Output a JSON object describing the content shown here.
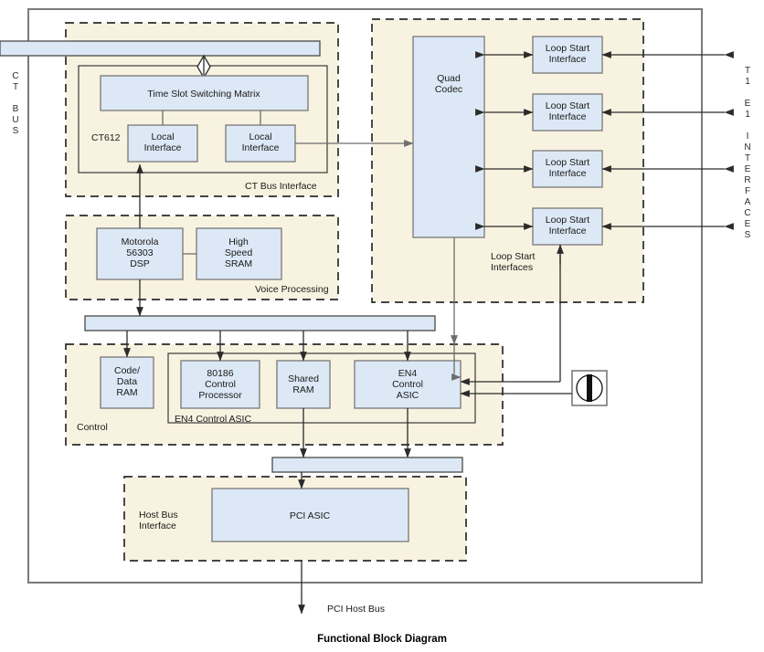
{
  "caption": "Functional Block Diagram",
  "side_labels": {
    "left": [
      "C",
      "T",
      "",
      "B",
      "U",
      "S"
    ],
    "right": [
      "T",
      "1",
      "",
      "E",
      "1",
      "",
      "I",
      "N",
      "T",
      "E",
      "R",
      "F",
      "A",
      "C",
      "E",
      "S"
    ]
  },
  "groups": [
    {
      "id": "ct-bus-interface",
      "label": "CT Bus Interface"
    },
    {
      "id": "voice-processing",
      "label": "Voice Processing"
    },
    {
      "id": "control",
      "label": "Control"
    },
    {
      "id": "loop-start-interfaces",
      "label": "Loop Start\nInterfaces"
    },
    {
      "id": "host-bus-interface",
      "label": "Host Bus\nInterface"
    }
  ],
  "inner_groups": [
    {
      "id": "ct612",
      "label": "CT612"
    },
    {
      "id": "en4-control-asic-group",
      "label": "EN4 Control ASIC"
    }
  ],
  "blocks": {
    "time_slot_switching_matrix": "Time Slot Switching Matrix",
    "local_interface_1": "Local\nInterface",
    "local_interface_2": "Local\nInterface",
    "motorola_dsp": "Motorola\n56303\nDSP",
    "high_speed_sram": "High\nSpeed\nSRAM",
    "code_data_ram": "Code/\nData\nRAM",
    "control_processor": "80186\nControl\nProcessor",
    "shared_ram": "Shared\nRAM",
    "en4_control_asic": "EN4\nControl\nASIC",
    "quad_codec": "Quad\nCodec",
    "loop_start_1": "Loop Start\nInterface",
    "loop_start_2": "Loop Start\nInterface",
    "loop_start_3": "Loop Start\nInterface",
    "loop_start_4": "Loop Start\nInterface",
    "pci_asic": "PCI ASIC"
  },
  "wire_labels": {
    "pci_host_bus": "PCI Host Bus"
  },
  "icons": {
    "connector": "phone-jack-icon"
  },
  "colors": {
    "block_fill": "#dce8f5",
    "group_fill": "#f8f2e0",
    "block_stroke": "#808080",
    "group_stroke": "#2b2b2b",
    "wire": "#2b2b2b",
    "outer_border": "#7a7a7a",
    "background": "#ffffff"
  }
}
